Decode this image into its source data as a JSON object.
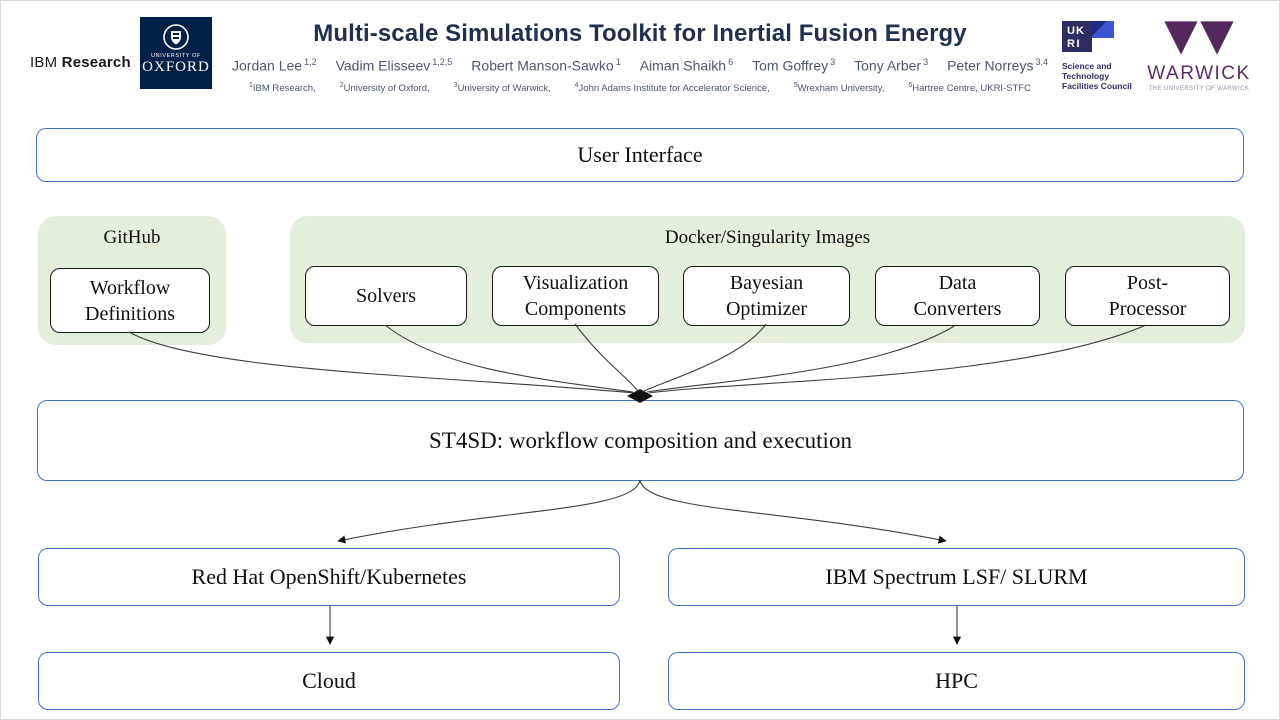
{
  "header": {
    "ibm": {
      "prefix": "IBM",
      "suffix": "Research"
    },
    "oxford": {
      "line1": "UNIVERSITY OF",
      "line2": "OXFORD"
    },
    "title": "Multi-scale Simulations Toolkit for Inertial Fusion Energy",
    "authors": [
      {
        "name": "Jordan Lee",
        "sup": "1,2"
      },
      {
        "name": "Vadim Elisseev",
        "sup": "1,2,5"
      },
      {
        "name": "Robert Manson-Sawko",
        "sup": "1"
      },
      {
        "name": "Aiman Shaikh",
        "sup": "6"
      },
      {
        "name": "Tom Goffrey",
        "sup": "3"
      },
      {
        "name": "Tony Arber",
        "sup": "3"
      },
      {
        "name": "Peter Norreys",
        "sup": "3,4"
      }
    ],
    "affiliations": [
      {
        "sup": "1",
        "text": "IBM Research,"
      },
      {
        "sup": "2",
        "text": "University of Oxford,"
      },
      {
        "sup": "3",
        "text": "University of Warwick,"
      },
      {
        "sup": "4",
        "text": "John Adams Institute for Accelerator Science,"
      },
      {
        "sup": "5",
        "text": "Wrexham University,"
      },
      {
        "sup": "6",
        "text": "Hartree Centre, UKRI-STFC"
      }
    ],
    "ukri": {
      "letters_top": "UK",
      "letters_bottom": "RI",
      "caption": "Science and\nTechnology\nFacilities Council"
    },
    "warwick": {
      "name": "WARWICK",
      "caption": "THE UNIVERSITY OF WARWICK"
    }
  },
  "diagram": {
    "user_interface": "User Interface",
    "github": {
      "label": "GitHub",
      "box": "Workflow\nDefinitions"
    },
    "docker": {
      "label": "Docker/Singularity Images",
      "boxes": [
        "Solvers",
        "Visualization\nComponents",
        "Bayesian\nOptimizer",
        "Data\nConverters",
        "Post-\nProcessor"
      ]
    },
    "st4sd": "ST4SD: workflow composition and execution",
    "openshift": "Red Hat OpenShift/Kubernetes",
    "lsf": "IBM Spectrum LSF/ SLURM",
    "cloud": "Cloud",
    "hpc": "HPC"
  },
  "colors": {
    "box_border_blue": "#4472c4",
    "panel_green": "#e3eedc",
    "box_border_black": "#1a1a1a",
    "title_navy": "#21304f",
    "authors_gray": "#4c5770",
    "oxford_navy": "#002147",
    "ukri_navy": "#2e2d62",
    "stfc_blue": "#3b55d4",
    "warwick_purple": "#5b2d66"
  }
}
